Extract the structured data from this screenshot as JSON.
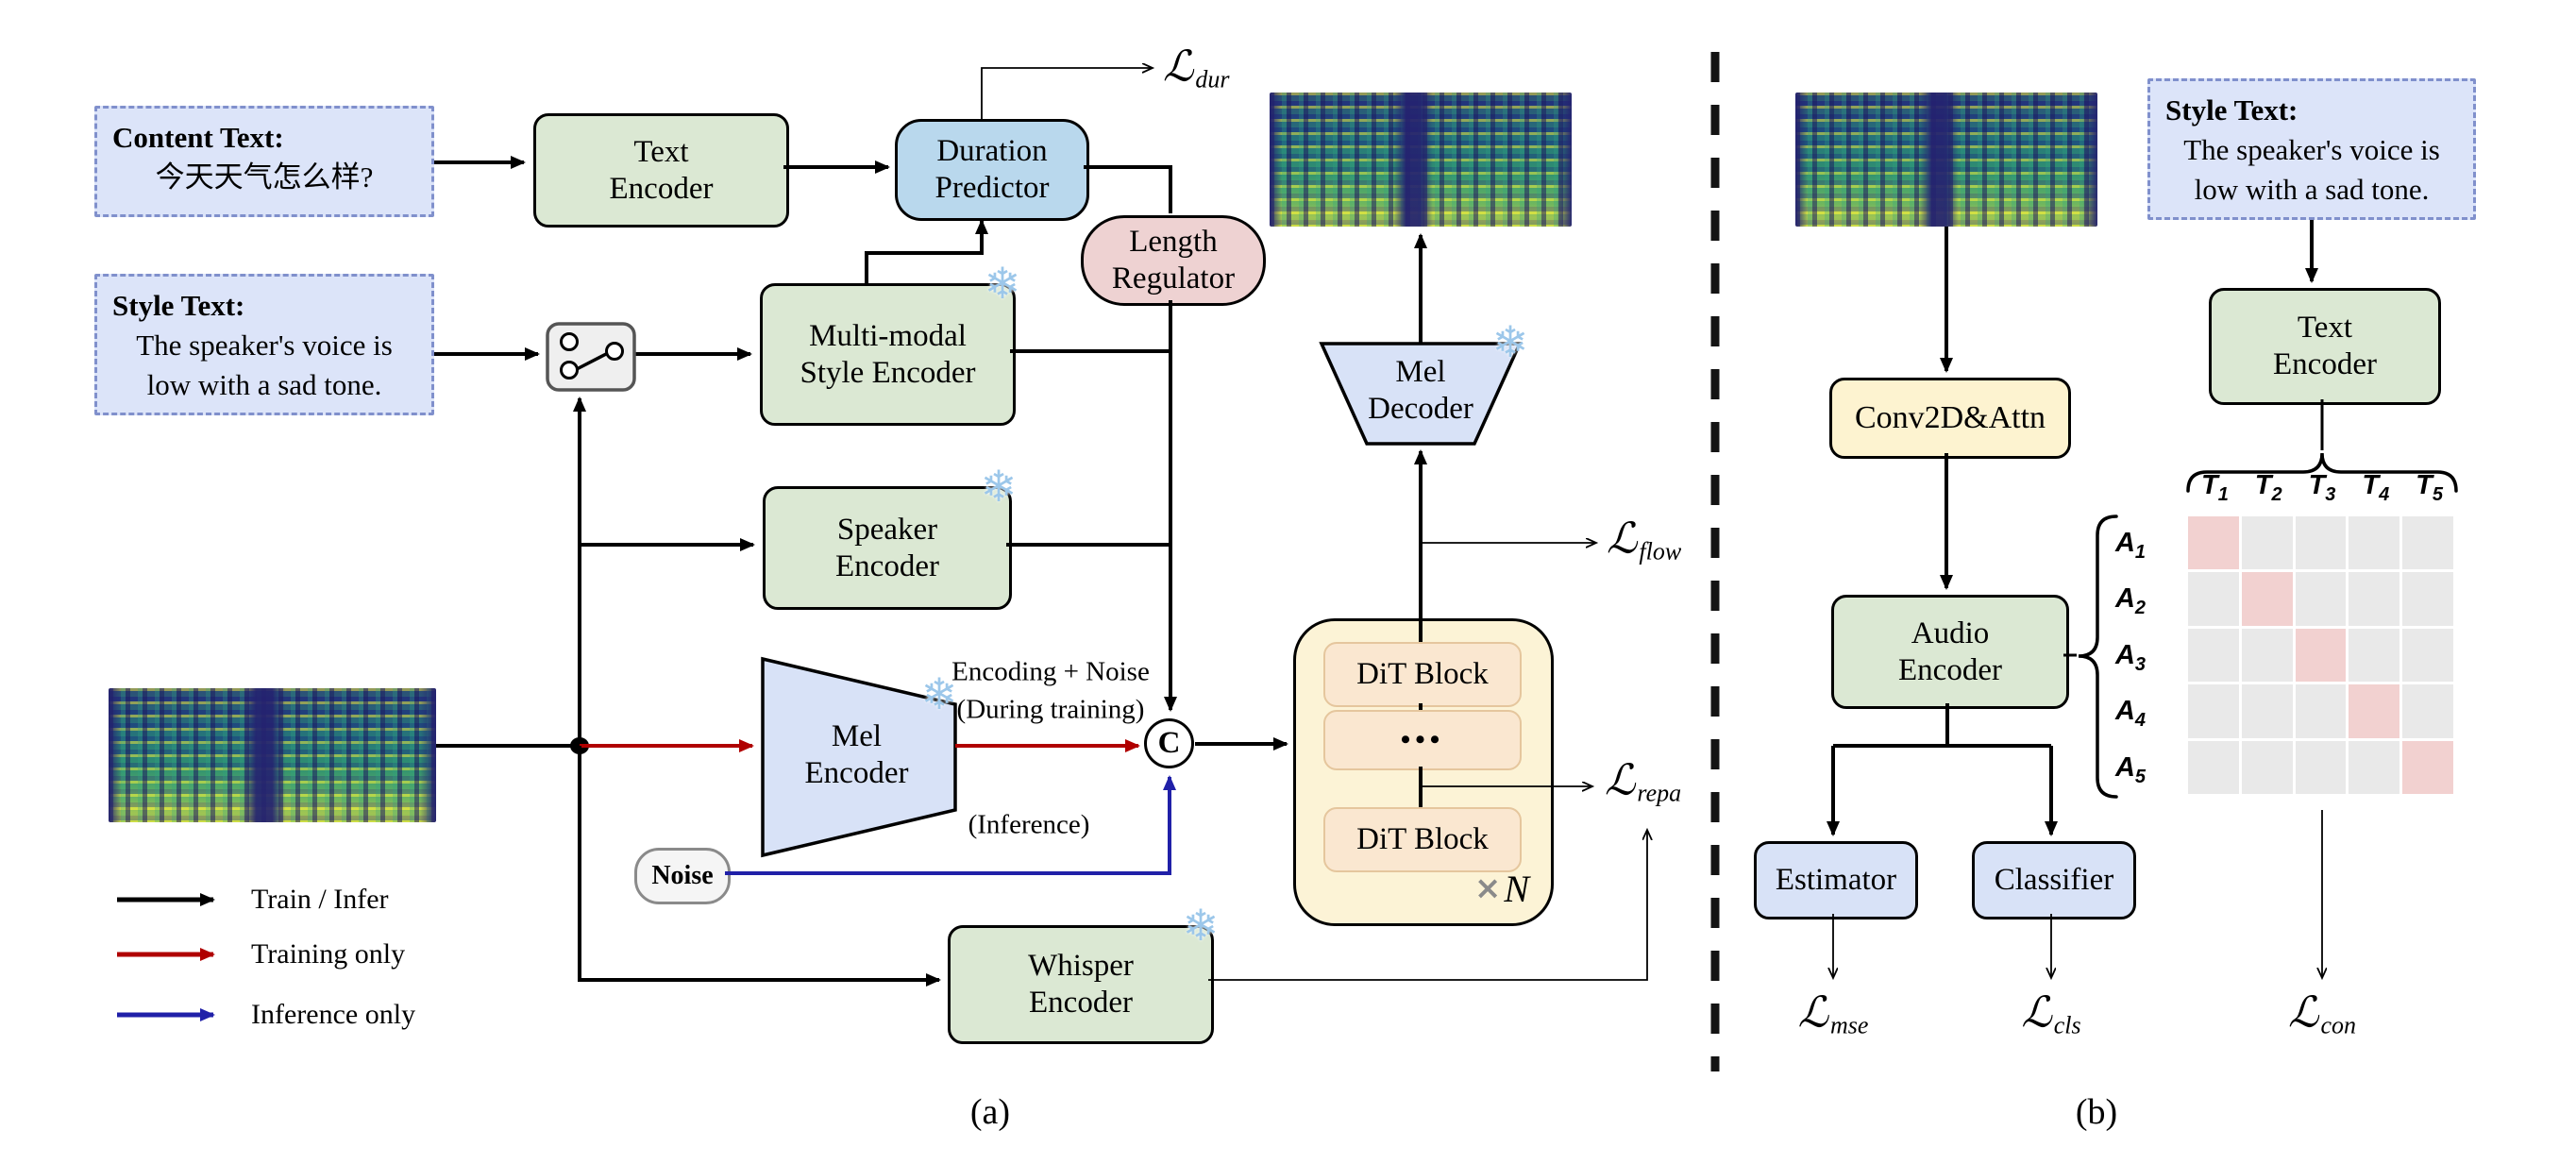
{
  "figure": {
    "caption_a": "(a)",
    "caption_b": "(b)",
    "legend": {
      "items": [
        {
          "label": "Train / Infer",
          "color": "#000000"
        },
        {
          "label": "Training only",
          "color": "#b00000"
        },
        {
          "label": "Inference only",
          "color": "#2020a8"
        }
      ]
    }
  },
  "icons": {
    "frozen": "❄"
  },
  "part_a": {
    "content_text": {
      "title": "Content Text:",
      "body": "今天天气怎么样?"
    },
    "style_text": {
      "title": "Style Text:",
      "body_line1": "The speaker's voice is",
      "body_line2": "low with a sad tone."
    },
    "boxes": {
      "text_encoder": "Text Encoder",
      "duration_predictor": "Duration Predictor",
      "length_regulator": "Length Regulator",
      "multimodal_style_encoder": "Multi-modal Style Encoder",
      "speaker_encoder": "Speaker Encoder",
      "mel_encoder": "Mel Encoder",
      "mel_decoder": "Mel Decoder",
      "whisper_encoder": "Whisper Encoder",
      "dit_block_top": "DiT Block",
      "dit_dots": "•••",
      "dit_block_bottom": "DiT Block",
      "noise": "Noise",
      "concat": "C",
      "repeat_times": {
        "sym": "⨯",
        "n": "N"
      }
    },
    "annotations": {
      "encoding_noise_line1": "Encoding + Noise",
      "encoding_noise_line2": "(During training)",
      "inference": "(Inference)"
    },
    "losses": {
      "dur": {
        "sym": "ℒ",
        "sub": "dur"
      },
      "flow": {
        "sym": "ℒ",
        "sub": "flow"
      },
      "repa": {
        "sym": "ℒ",
        "sub": "repa"
      }
    }
  },
  "part_b": {
    "boxes": {
      "conv2d_attn": "Conv2D&Attn",
      "audio_encoder": "Audio Encoder",
      "estimator": "Estimator",
      "classifier": "Classifier",
      "text_encoder": "Text Encoder"
    },
    "style_text": {
      "title": "Style Text:",
      "body_line1": "The speaker's voice is",
      "body_line2": "low with a sad tone."
    },
    "losses": {
      "mse": {
        "sym": "ℒ",
        "sub": "mse"
      },
      "cls": {
        "sym": "ℒ",
        "sub": "cls"
      },
      "con": {
        "sym": "ℒ",
        "sub": "con"
      }
    },
    "matrix": {
      "col_labels": [
        {
          "base": "T",
          "sub": "1"
        },
        {
          "base": "T",
          "sub": "2"
        },
        {
          "base": "T",
          "sub": "3"
        },
        {
          "base": "T",
          "sub": "4"
        },
        {
          "base": "T",
          "sub": "5"
        }
      ],
      "row_labels": [
        {
          "base": "A",
          "sub": "1"
        },
        {
          "base": "A",
          "sub": "2"
        },
        {
          "base": "A",
          "sub": "3"
        },
        {
          "base": "A",
          "sub": "4"
        },
        {
          "base": "A",
          "sub": "5"
        }
      ],
      "diagonal_color": "#f2d1d0",
      "cell_color": "#e9e9e9"
    }
  },
  "colors": {
    "encoder_green": "#dbe8d3",
    "predictor_blue": "#b9d8ed",
    "mel_periwinkle": "#d8e2f7",
    "regulator_pink": "#eed2d2",
    "dit_container_yellow": "#fcf3d6",
    "dit_block_peach": "#fae7d0",
    "conv_yellow": "#fdf3d0",
    "textbox_lavender": "#dce4f9",
    "train_black": "#000000",
    "training_red": "#b00000",
    "inference_blue": "#2020a8"
  }
}
